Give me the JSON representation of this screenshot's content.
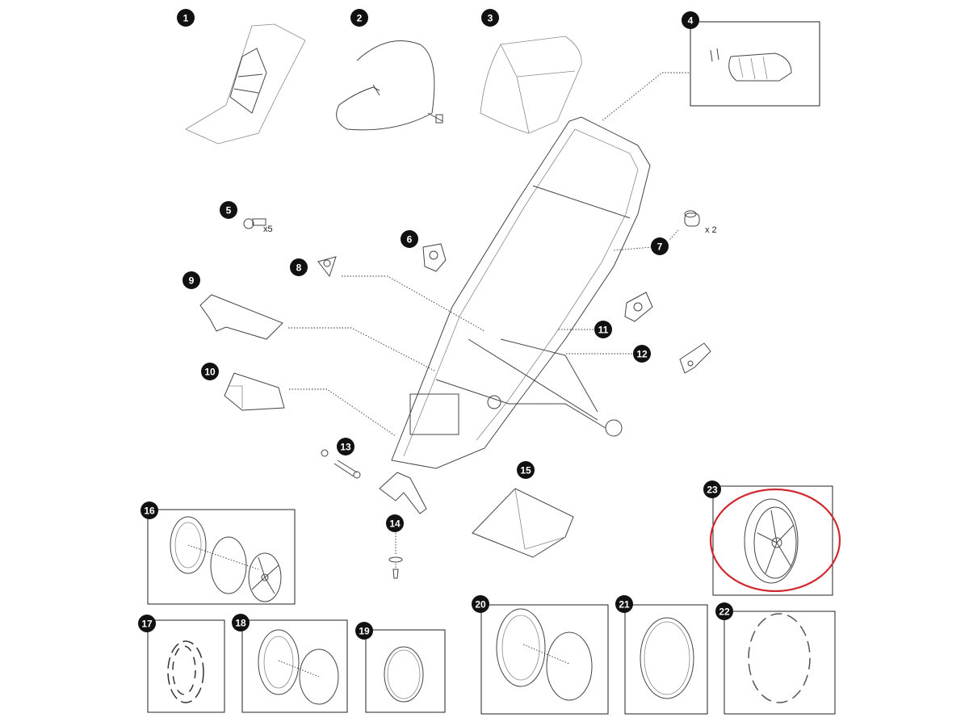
{
  "diagram": {
    "title": "Stroller spare parts exploded view",
    "highlight_color": "#d0282e",
    "badges": [
      {
        "num": "1"
      },
      {
        "num": "2"
      },
      {
        "num": "3"
      },
      {
        "num": "4"
      },
      {
        "num": "5"
      },
      {
        "num": "6"
      },
      {
        "num": "7"
      },
      {
        "num": "8"
      },
      {
        "num": "9"
      },
      {
        "num": "10"
      },
      {
        "num": "11"
      },
      {
        "num": "12"
      },
      {
        "num": "13"
      },
      {
        "num": "14"
      },
      {
        "num": "15"
      },
      {
        "num": "16"
      },
      {
        "num": "17"
      },
      {
        "num": "18"
      },
      {
        "num": "19"
      },
      {
        "num": "20"
      },
      {
        "num": "21"
      },
      {
        "num": "22"
      },
      {
        "num": "23"
      }
    ],
    "quantities": {
      "part5": "x5",
      "part7": "x 2"
    },
    "highlighted_part": "23"
  }
}
